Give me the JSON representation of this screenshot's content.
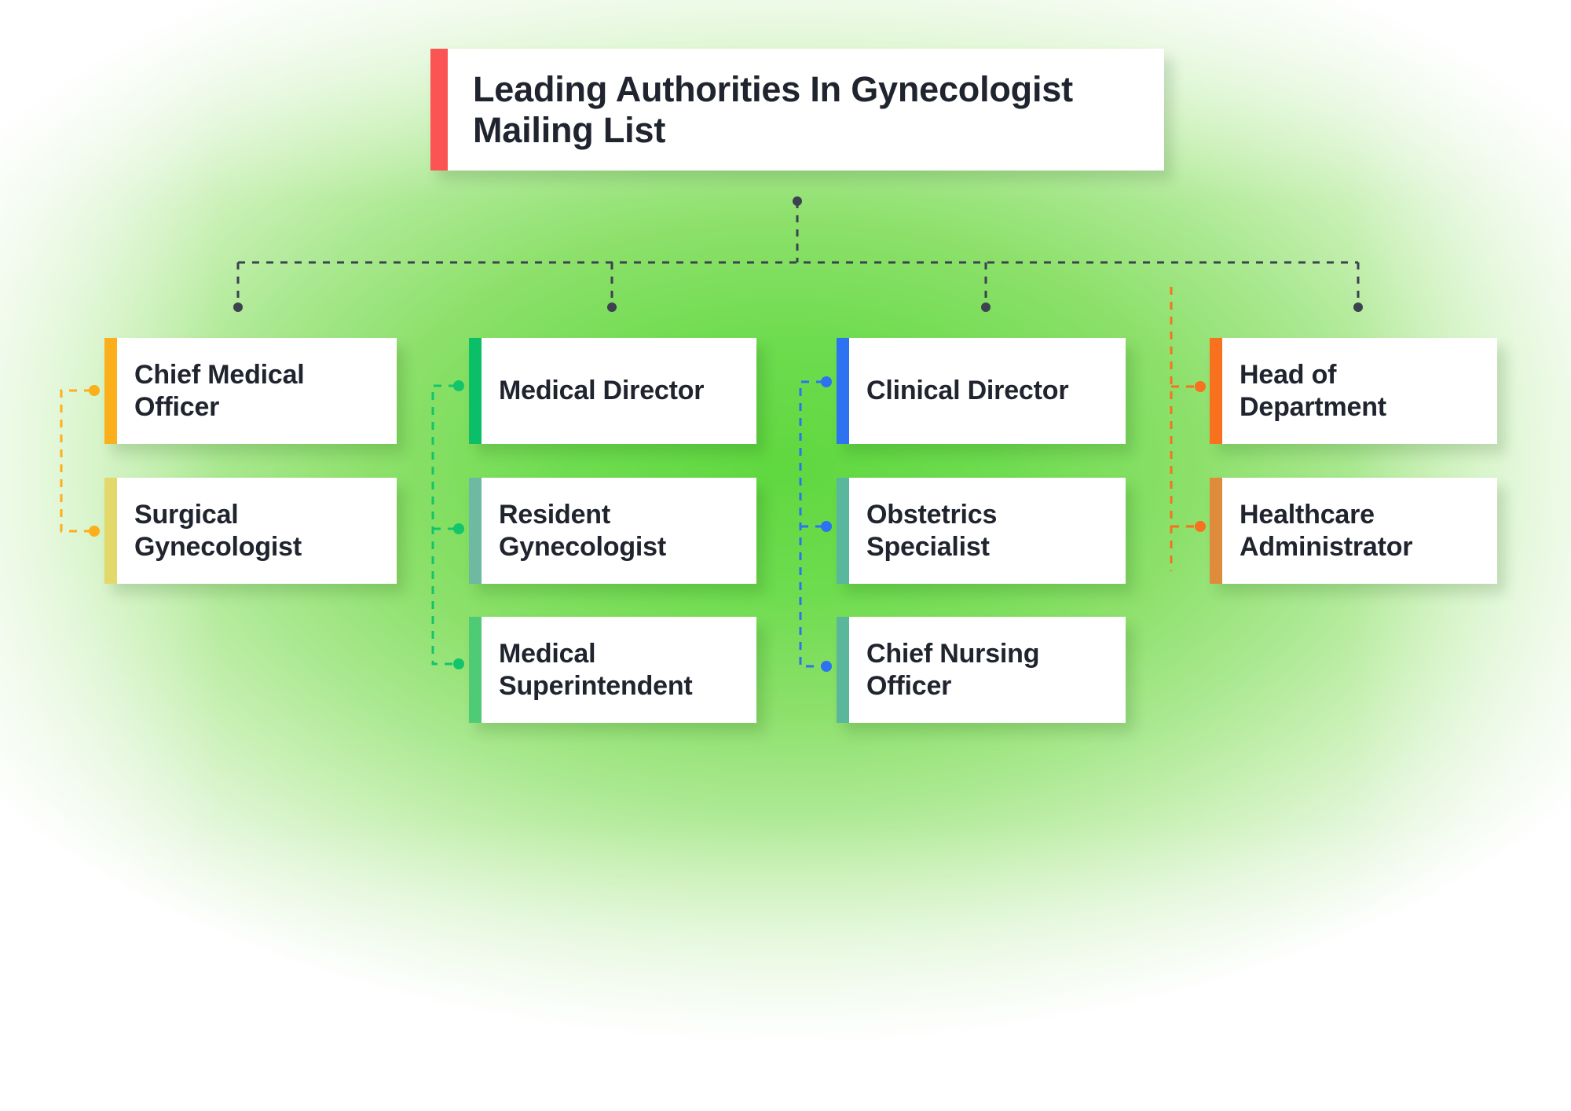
{
  "background": {
    "glow_color": "#5fd83f",
    "edge_color": "#ffffff"
  },
  "title": {
    "text": "Leading Authorities In Gynecologist Mailing List",
    "accent_color": "#FB5454"
  },
  "connector_colors": {
    "trunk": "#3c4250",
    "column1": "#FBAF1A",
    "column2": "#12C46B",
    "column3": "#2D72F0",
    "column4": "#F7711E"
  },
  "columns": [
    {
      "id": "column-1",
      "stem_color": "#3c4250",
      "branch_color": "#FBAF1A",
      "nodes": [
        {
          "label": "Chief Medical Officer",
          "accent_color": "#FBAF1A"
        },
        {
          "label": "Surgical Gynecologist",
          "accent_color": "#E2D96A"
        }
      ]
    },
    {
      "id": "column-2",
      "stem_color": "#3c4250",
      "branch_color": "#12C46B",
      "nodes": [
        {
          "label": "Medical Director",
          "accent_color": "#0BBE68"
        },
        {
          "label": "Resident Gynecologist",
          "accent_color": "#6FB9A2"
        },
        {
          "label": "Medical Superintendent",
          "accent_color": "#4FCB76"
        }
      ]
    },
    {
      "id": "column-3",
      "stem_color": "#3c4250",
      "branch_color": "#2D72F0",
      "nodes": [
        {
          "label": "Clinical Director",
          "accent_color": "#2D72F0"
        },
        {
          "label": "Obstetrics Specialist",
          "accent_color": "#58B79C"
        },
        {
          "label": "Chief Nursing Officer",
          "accent_color": "#5BB79B"
        }
      ]
    },
    {
      "id": "column-4",
      "stem_color": "#3c4250",
      "branch_color": "#F7711E",
      "nodes": [
        {
          "label": "Head of Department",
          "accent_color": "#F7711E"
        },
        {
          "label": "Healthcare Administrator",
          "accent_color": "#DE8C3C"
        }
      ]
    }
  ]
}
